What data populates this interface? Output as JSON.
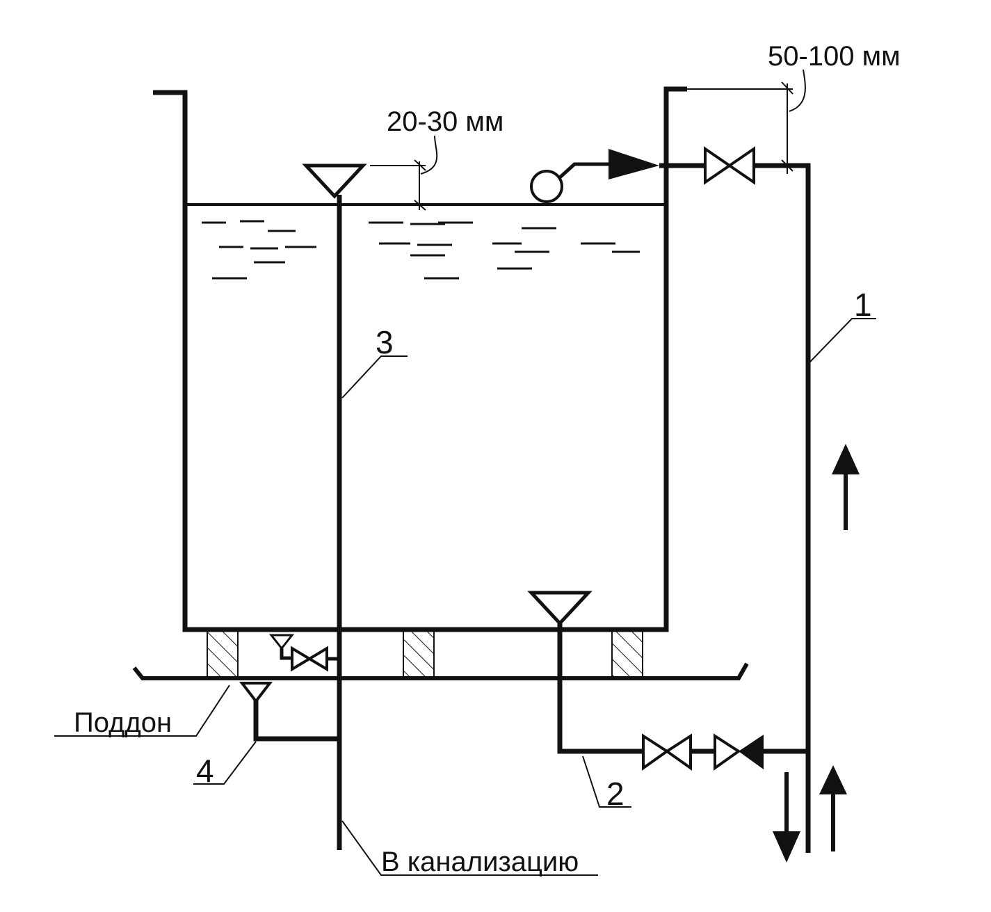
{
  "labels": {
    "gap_top": "50-100 мм",
    "gap_level": "20-30 мм",
    "pipe_1": "1",
    "pipe_2": "2",
    "pipe_3": "3",
    "pipe_4": "4",
    "tray": "Поддон",
    "sewer": "В канализацию"
  },
  "colors": {
    "ink": "#111111",
    "background": "#ffffff"
  }
}
